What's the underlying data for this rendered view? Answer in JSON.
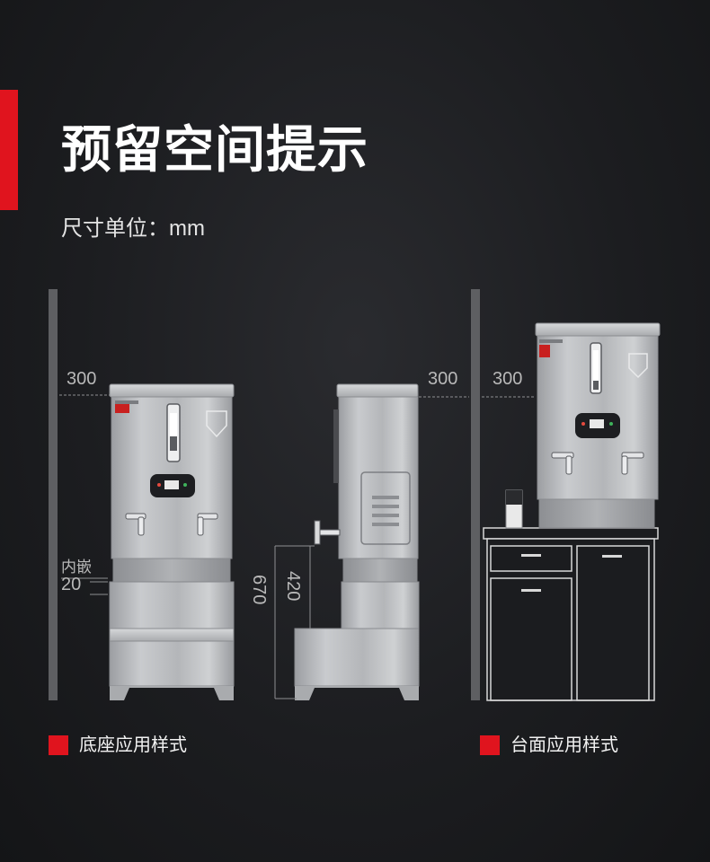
{
  "header": {
    "title": "预留空间提示",
    "unit_label": "尺寸单位：mm"
  },
  "dimensions": {
    "left_clearance": "300",
    "side_clearance": "300",
    "counter_clearance": "300",
    "inset_label": "内嵌",
    "inset_value": "20",
    "total_height": "670",
    "tap_height": "420"
  },
  "legend": {
    "base_style": "底座应用样式",
    "counter_style": "台面应用样式"
  },
  "colors": {
    "accent": "#e0141e",
    "background": "#1c1d20",
    "steel": "#b8babd"
  }
}
